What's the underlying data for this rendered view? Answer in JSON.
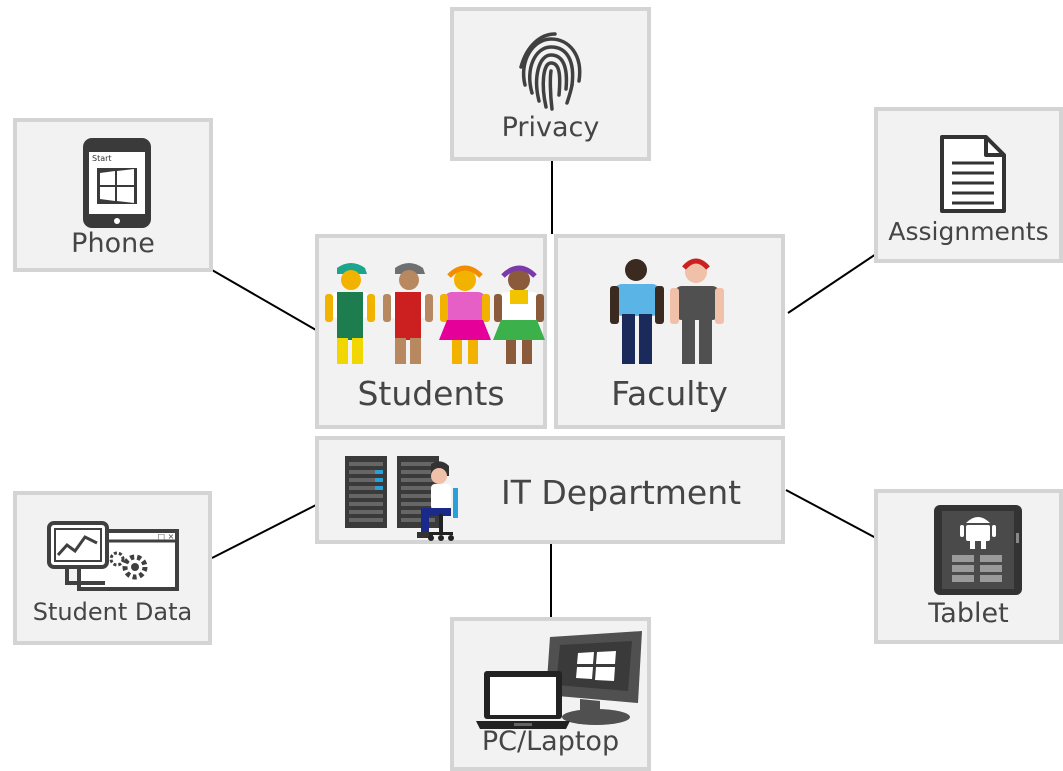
{
  "nodes": {
    "privacy": "Privacy",
    "phone": "Phone",
    "assignments": "Assignments",
    "students": "Students",
    "faculty": "Faculty",
    "it_department": "IT Department",
    "student_data": "Student Data",
    "tablet": "Tablet",
    "pc_laptop": "PC/Laptop"
  },
  "icons": {
    "privacy": "fingerprint-icon",
    "phone": "windows-phone-icon",
    "assignments": "document-icon",
    "students": "students-group-icon",
    "faculty": "faculty-group-icon",
    "it_department": "server-technician-icon",
    "student_data": "analytics-window-icon",
    "tablet": "android-tablet-icon",
    "pc_laptop": "laptop-monitor-icon"
  },
  "phone_screen_text": "Start",
  "colors": {
    "box_fill": "#f2f2f2",
    "box_border": "#d4d4d4",
    "connector": "#000000",
    "label_text": "#454545",
    "icon_dark": "#404040"
  }
}
